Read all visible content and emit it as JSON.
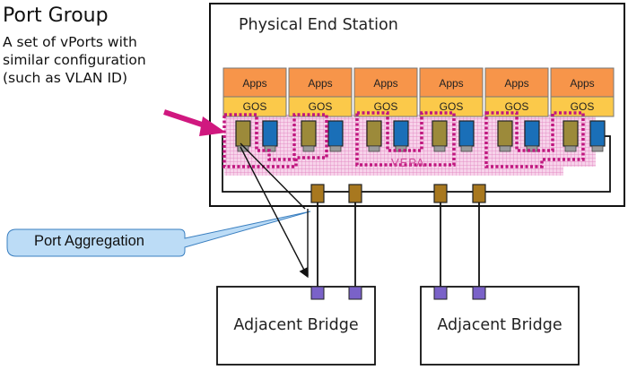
{
  "port_group": {
    "title": "Port Group",
    "description_lines": [
      "A set of vPorts with",
      "similar configuration",
      "(such as VLAN ID)"
    ]
  },
  "end_station": {
    "title": "Physical End Station",
    "vepa_label": "VEPA"
  },
  "vms": [
    {
      "apps": "Apps",
      "gos": "GOS"
    },
    {
      "apps": "Apps",
      "gos": "GOS"
    },
    {
      "apps": "Apps",
      "gos": "GOS"
    },
    {
      "apps": "Apps",
      "gos": "GOS"
    },
    {
      "apps": "Apps",
      "gos": "GOS"
    },
    {
      "apps": "Apps",
      "gos": "GOS"
    }
  ],
  "callout": {
    "label": "Port Aggregation"
  },
  "bridges": [
    {
      "label": "Adjacent Bridge"
    },
    {
      "label": "Adjacent Bridge"
    }
  ],
  "colors": {
    "apps": "#f7954a",
    "gos": "#fbc94a",
    "vport_olive": "#9c8a3a",
    "vport_blue": "#1a6fb8",
    "port_group_dots": "#c0177f",
    "vepa_fill": "#f3c3e2",
    "uplink_port": "#a8781f",
    "bridge_port": "#7a62c8",
    "callout_fill": "#bcdcf6",
    "arrow": "#d0187f"
  }
}
